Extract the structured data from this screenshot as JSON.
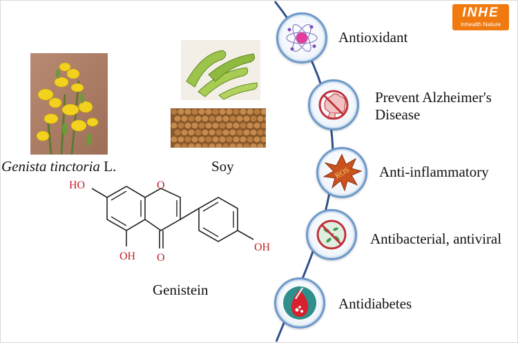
{
  "logo": {
    "mark": "INHE",
    "tagline": "Inhealth Nature"
  },
  "sources": {
    "plant_caption_italic": "Genista tinctoria",
    "plant_caption_suffix": " L.",
    "soy_caption": "Soy"
  },
  "compound": {
    "name": "Genistein",
    "atoms": {
      "ho_top": "HO",
      "ring_o": "O",
      "oh_bottom": "OH",
      "carbonyl_o": "O",
      "oh_right": "OH"
    }
  },
  "benefits": [
    {
      "label": "Antioxidant",
      "icon": "atom-icon"
    },
    {
      "label": "Prevent Alzheimer's\nDisease",
      "icon": "no-brain-icon"
    },
    {
      "label": "Anti-inflammatory",
      "icon": "ros-burst-icon"
    },
    {
      "label": "Antibacterial, antiviral",
      "icon": "no-bacteria-icon"
    },
    {
      "label": "Antidiabetes",
      "icon": "blood-drop-icon"
    }
  ],
  "colors": {
    "backbone": "#2f4f8a",
    "badge_ring": "#6d98c9",
    "atom_label": "#c0202a",
    "logo": "#f07a10"
  }
}
